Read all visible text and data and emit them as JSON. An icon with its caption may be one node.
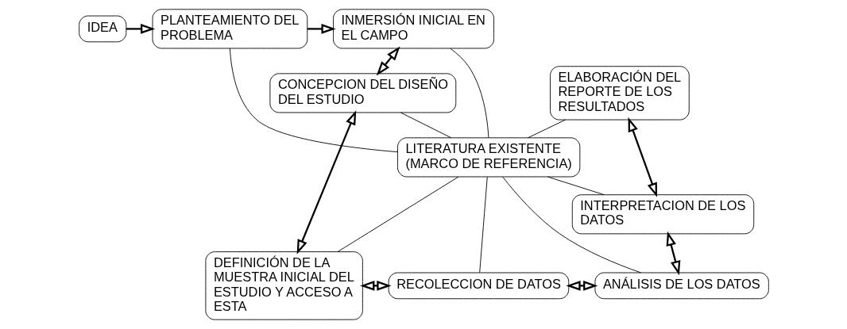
{
  "diagram": {
    "nodes": [
      {
        "text": [
          "IDEA"
        ]
      },
      {
        "text": [
          "PLANTEAMIENTO DEL PROBLEMA"
        ]
      },
      {
        "text": [
          "INMERSIÓN INICIAL EN EL CAMPO"
        ]
      },
      {
        "text": [
          "ELABORACIÓN DEL REPORTE DE LOS RESULTADOS"
        ]
      },
      {
        "text": [
          "CONCEPCION DEL DISEÑO DEL ESTUDIO"
        ]
      },
      {
        "text": [
          "LITERATURA EXISTENTE (MARCO DE REFERENCIA)"
        ]
      },
      {
        "text": [
          "INTERPRETACION DE LOS DATOS"
        ]
      },
      {
        "text": [
          "DEFINICIÓN DE LA MUESTRA INICIAL DEL ESTUDIO Y ACCESO A ESTA"
        ]
      },
      {
        "text": [
          "ANÁLISIS DE LOS DATOS"
        ]
      },
      {
        "text": [
          "RECOLECCION DE DATOS"
        ]
      }
    ],
    "edges": [
      {
        "from": 0,
        "to": 1,
        "arrow": "to"
      },
      {
        "from": 1,
        "to": 2,
        "arrow": "to"
      },
      {
        "from": 2,
        "to": 4,
        "arrow": "both"
      },
      {
        "from": 4,
        "to": 7,
        "arrow": "both"
      },
      {
        "from": 7,
        "to": 9,
        "arrow": "both"
      },
      {
        "from": 9,
        "to": 8,
        "arrow": "both"
      },
      {
        "from": 8,
        "to": 6,
        "arrow": "both"
      },
      {
        "from": 6,
        "to": 3,
        "arrow": "both"
      },
      {
        "from": 5,
        "to": 1,
        "arrow": "none"
      },
      {
        "from": 5,
        "to": 2,
        "arrow": "none"
      },
      {
        "from": 5,
        "to": 3,
        "arrow": "none"
      },
      {
        "from": 5,
        "to": 4,
        "arrow": "none"
      },
      {
        "from": 5,
        "to": 6,
        "arrow": "none"
      },
      {
        "from": 5,
        "to": 7,
        "arrow": "none"
      },
      {
        "from": 5,
        "to": 8,
        "arrow": "none"
      },
      {
        "from": 5,
        "to": 9,
        "arrow": "none"
      }
    ]
  }
}
